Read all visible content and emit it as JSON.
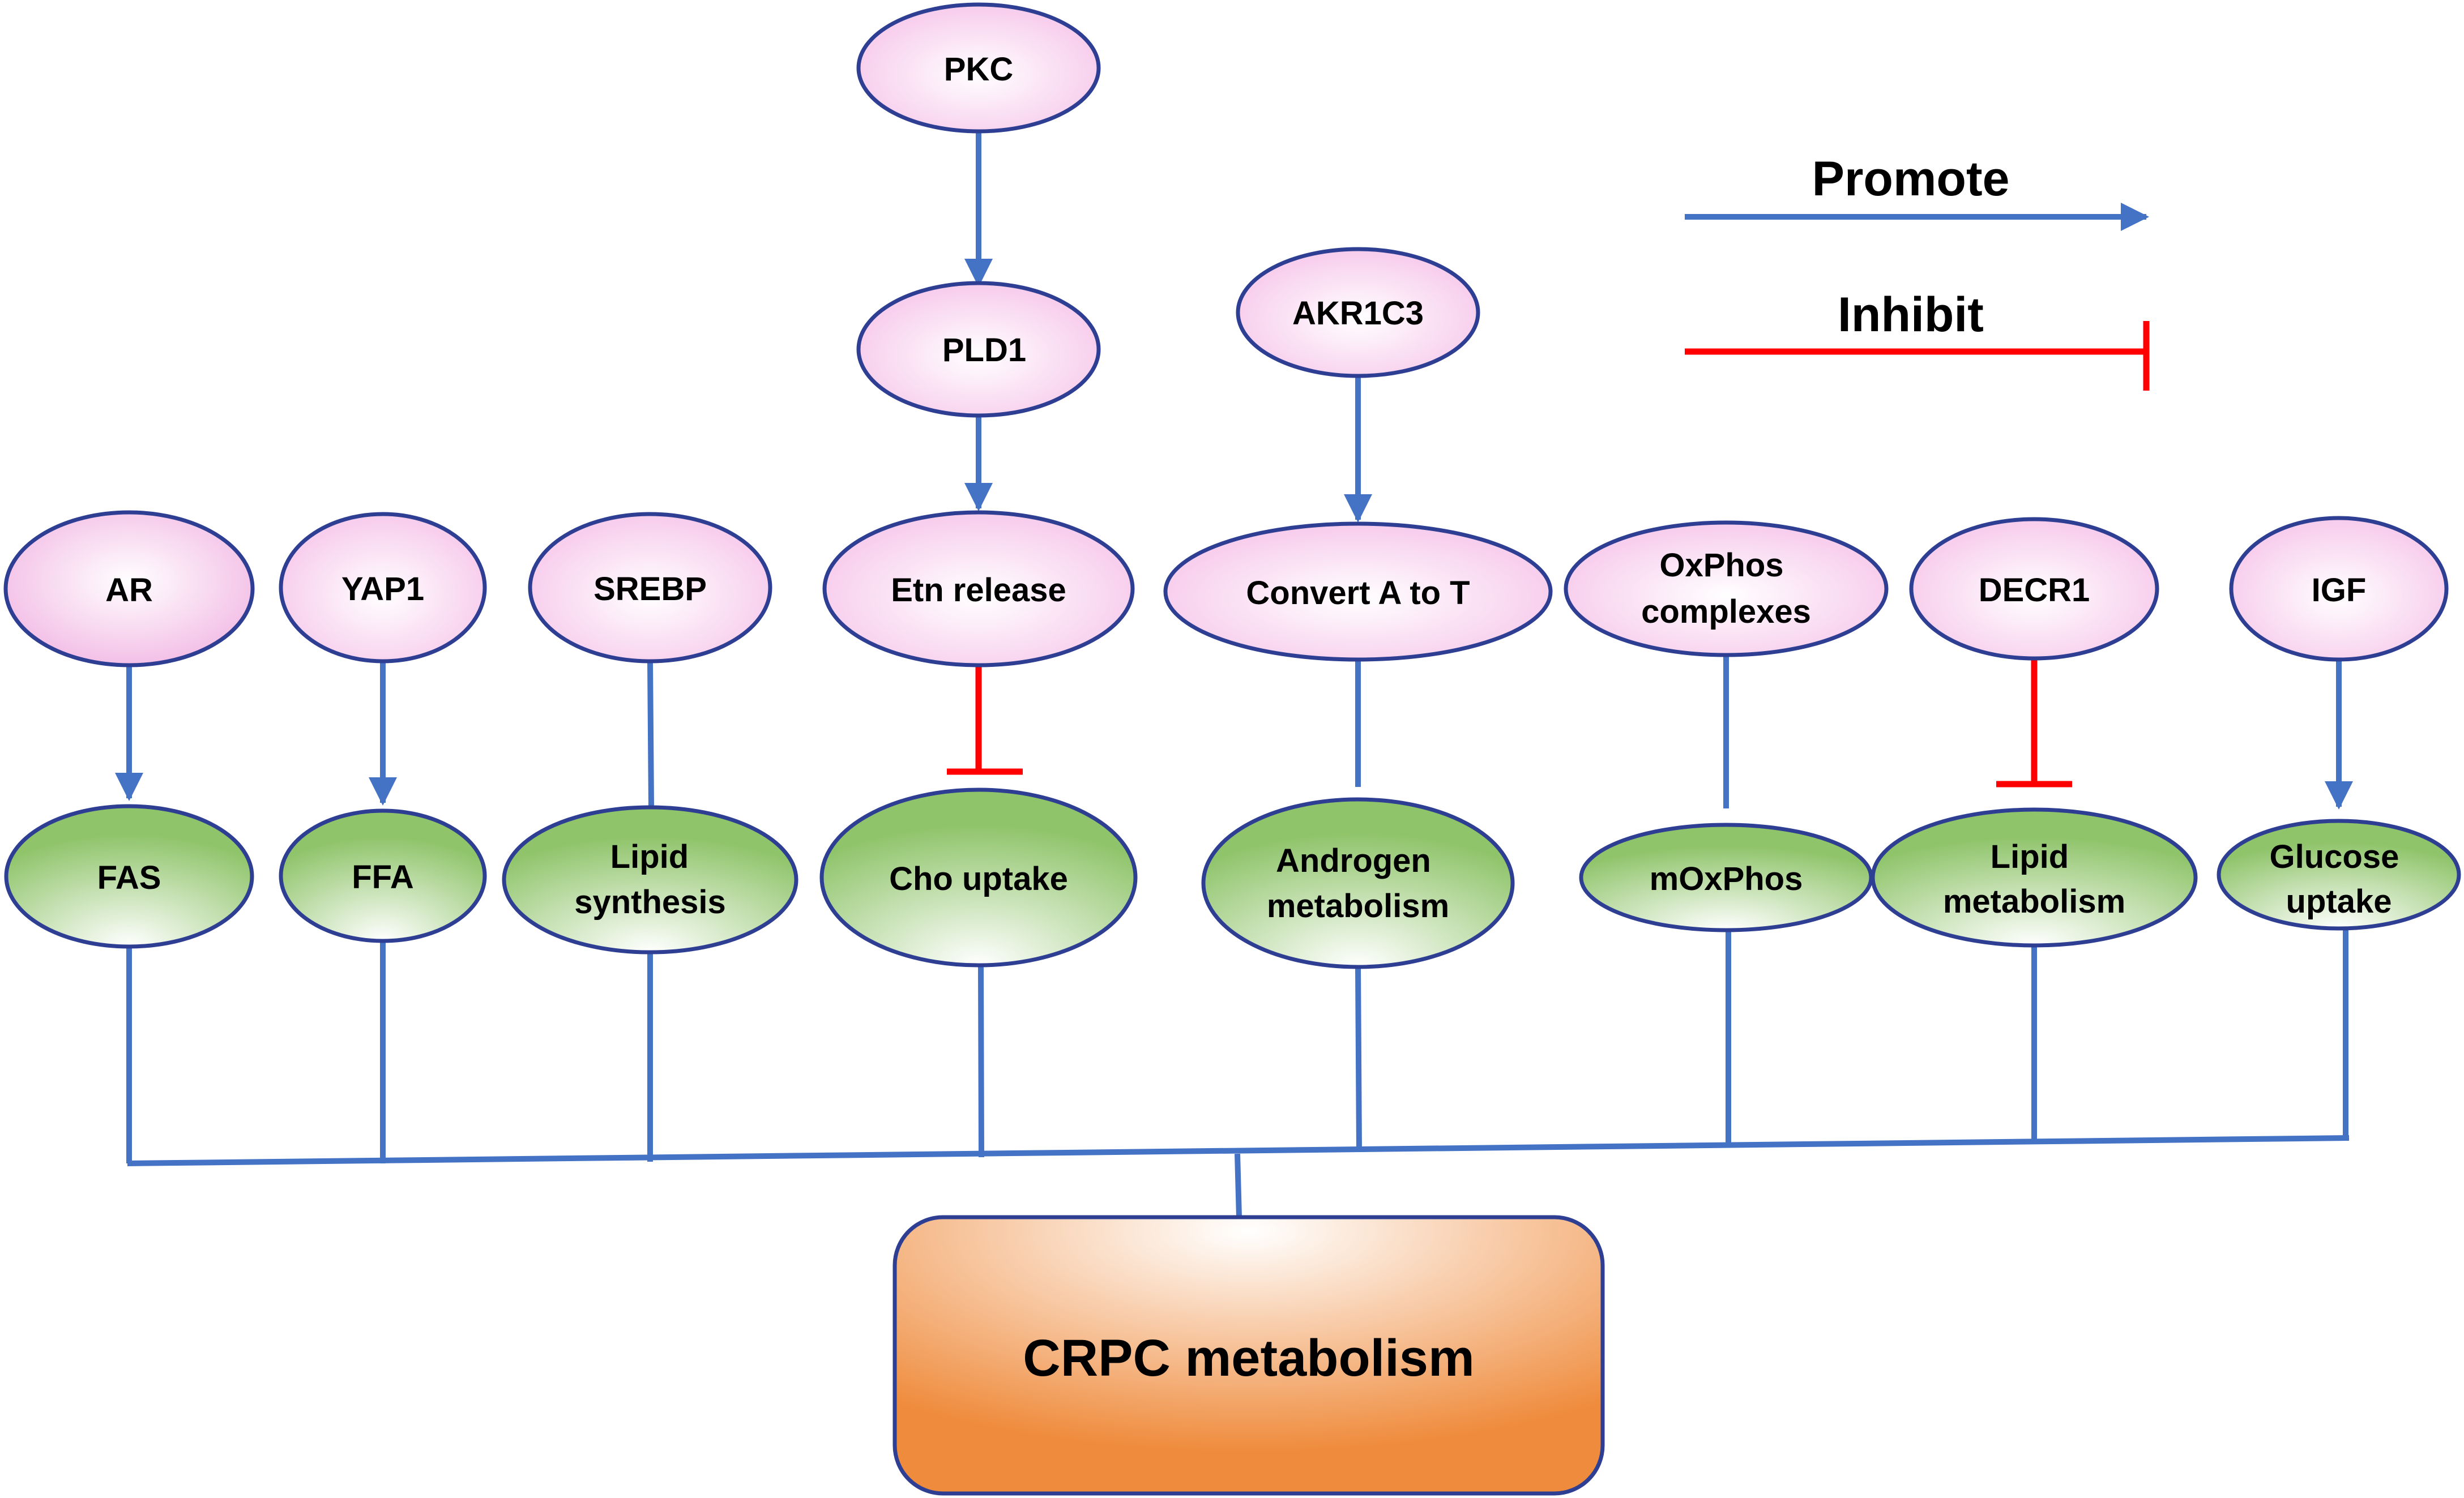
{
  "colors": {
    "promote": "#4472c4",
    "inhibit": "#ff0000",
    "outline": "#2e3f93",
    "regulator_fill": "#f6c6ea",
    "process_fill": "#8fc46a",
    "outcome_fill": "#ef8b3c"
  },
  "legend": {
    "promote_label": "Promote",
    "inhibit_label": "Inhibit"
  },
  "upstream": {
    "pkc": "PKC",
    "pld1": "PLD1",
    "akr1c3": "AKR1C3"
  },
  "regulators": {
    "ar": "AR",
    "yap1": "YAP1",
    "srebp": "SREBP",
    "etn": "Etn release",
    "convert": "Convert A to T",
    "oxphos": [
      "OxPhos",
      "complexes"
    ],
    "decr1": "DECR1",
    "igf": "IGF"
  },
  "processes": {
    "fas": "FAS",
    "ffa": "FFA",
    "lipid_synthesis": [
      "Lipid",
      "synthesis"
    ],
    "cho_uptake": "Cho uptake",
    "androgen_metabolism": [
      "Androgen",
      "metabolism"
    ],
    "moxphos": "mOxPhos",
    "lipid_metabolism": [
      "Lipid",
      "metabolism"
    ],
    "glucose_uptake": [
      "Glucose",
      "uptake"
    ]
  },
  "outcome": "CRPC metabolism",
  "edges": [
    {
      "from": "pkc",
      "to": "pld1",
      "type": "promote"
    },
    {
      "from": "pld1",
      "to": "etn",
      "type": "promote"
    },
    {
      "from": "akr1c3",
      "to": "convert",
      "type": "promote"
    },
    {
      "from": "ar",
      "to": "fas",
      "type": "promote"
    },
    {
      "from": "yap1",
      "to": "ffa",
      "type": "promote"
    },
    {
      "from": "srebp",
      "to": "lipid_synthesis",
      "type": "link"
    },
    {
      "from": "etn",
      "to": "cho_uptake",
      "type": "inhibit"
    },
    {
      "from": "convert",
      "to": "androgen_metabolism",
      "type": "link"
    },
    {
      "from": "oxphos",
      "to": "moxphos",
      "type": "link"
    },
    {
      "from": "decr1",
      "to": "lipid_metabolism",
      "type": "inhibit"
    },
    {
      "from": "igf",
      "to": "glucose_uptake",
      "type": "promote"
    }
  ]
}
